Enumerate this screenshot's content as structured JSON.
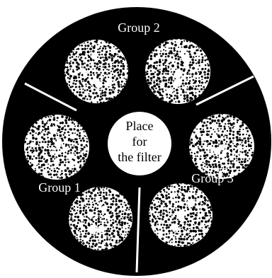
{
  "labels": {
    "group2": "Group 2",
    "group1": "Group 1",
    "group3": "Group 3"
  },
  "center": {
    "line1": "Place",
    "line2": "for",
    "line3": "the filter"
  },
  "colors": {
    "disc": "#000000",
    "text": "#ffffff",
    "center_fill": "#ffffff",
    "center_text": "#000000",
    "divider": "#ffffff"
  },
  "dishes": [
    {
      "name": "dish-group2-left",
      "group": "Group 2"
    },
    {
      "name": "dish-group2-right",
      "group": "Group 2"
    },
    {
      "name": "dish-group1-top",
      "group": "Group 1"
    },
    {
      "name": "dish-group1-bottom",
      "group": "Group 1"
    },
    {
      "name": "dish-group3-top",
      "group": "Group 3"
    },
    {
      "name": "dish-group3-bottom",
      "group": "Group 3"
    }
  ]
}
